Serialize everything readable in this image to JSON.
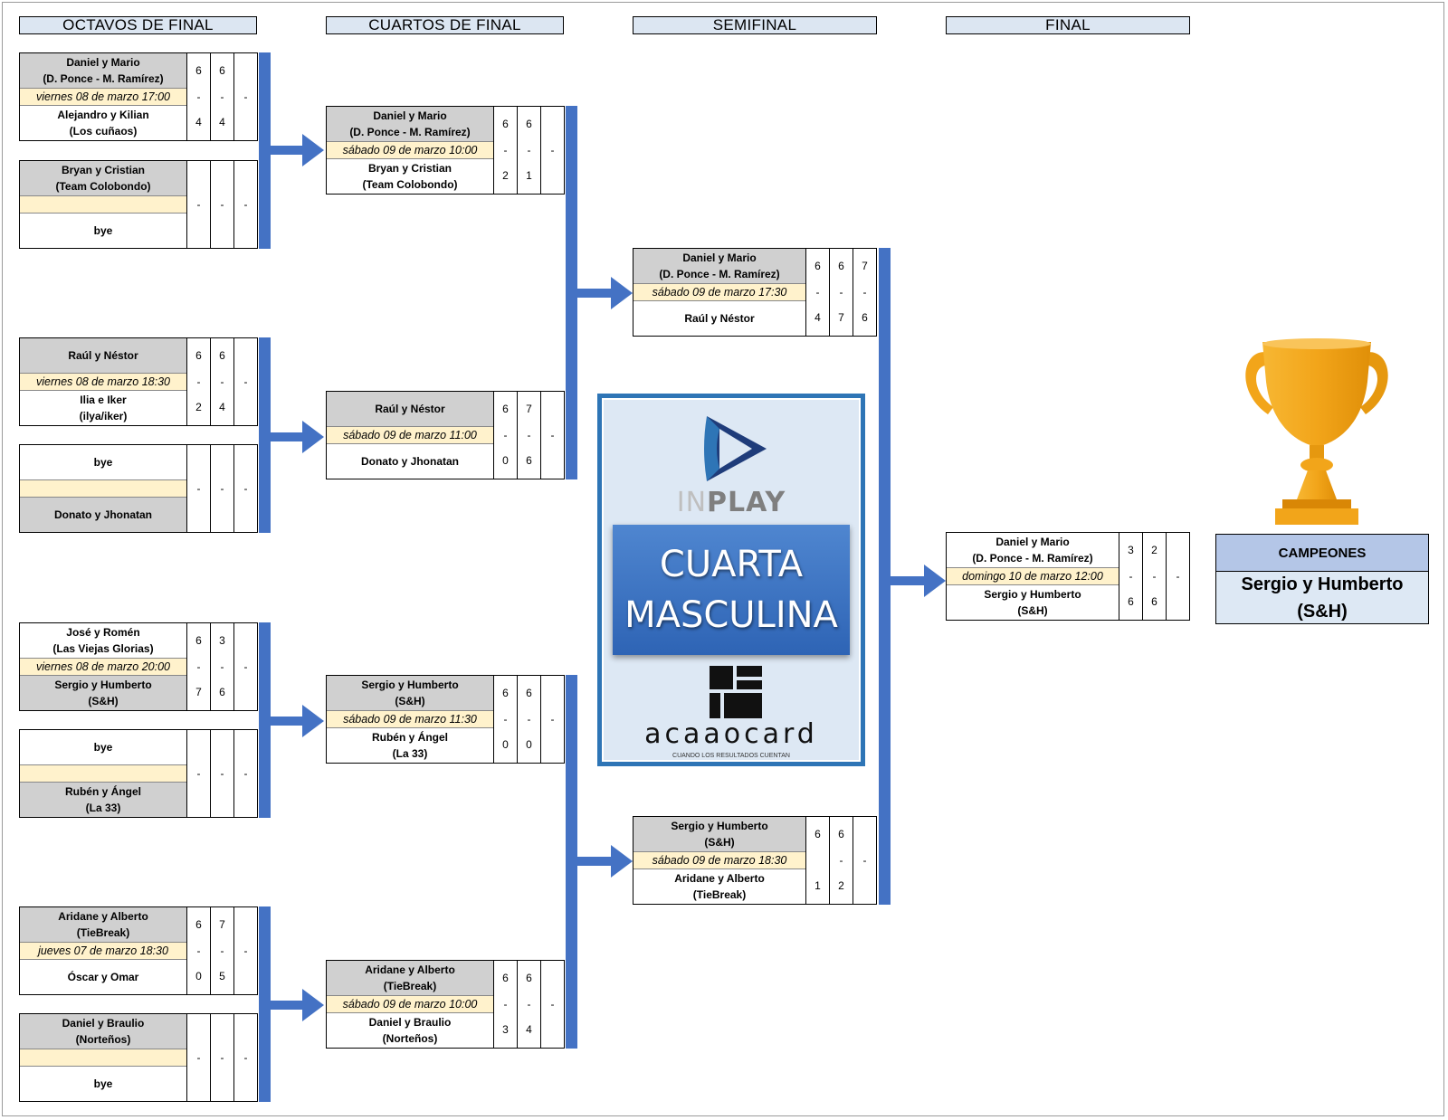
{
  "rounds": {
    "r16": "OCTAVOS DE FINAL",
    "qf": "CUARTOS DE FINAL",
    "sf": "SEMIFINAL",
    "final": "FINAL"
  },
  "matches": {
    "r16_1": {
      "team1": "Daniel y Mario\n(D. Ponce - M. Ramírez)",
      "date": "viernes 08 de marzo 17:00",
      "team2": "Alejandro y Kilian\n(Los cuñaos)",
      "s1": [
        "6",
        "6",
        ""
      ],
      "mid": [
        "-",
        "-",
        "-"
      ],
      "s2": [
        "4",
        "4",
        ""
      ],
      "winner": 1
    },
    "r16_2": {
      "team1": "Bryan y Cristian\n(Team Colobondo)",
      "date": "",
      "team2": "bye",
      "s1": [
        "",
        "",
        ""
      ],
      "mid": [
        "-",
        "-",
        "-"
      ],
      "s2": [
        "",
        "",
        ""
      ],
      "winner": 1
    },
    "r16_3": {
      "team1": "Raúl y Néstor",
      "date": "viernes 08 de marzo 18:30",
      "team2": "Ilia e Iker\n(ilya/iker)",
      "s1": [
        "6",
        "6",
        ""
      ],
      "mid": [
        "-",
        "-",
        "-"
      ],
      "s2": [
        "2",
        "4",
        ""
      ],
      "winner": 1
    },
    "r16_4": {
      "team1": "bye",
      "date": "",
      "team2": "Donato y Jhonatan",
      "s1": [
        "",
        "",
        ""
      ],
      "mid": [
        "-",
        "-",
        "-"
      ],
      "s2": [
        "",
        "",
        ""
      ],
      "winner": 2
    },
    "r16_5": {
      "team1": "José y Romén\n(Las Viejas Glorias)",
      "date": "viernes 08 de marzo 20:00",
      "team2": "Sergio y Humberto\n(S&H)",
      "s1": [
        "6",
        "3",
        ""
      ],
      "mid": [
        "-",
        "-",
        "-"
      ],
      "s2": [
        "7",
        "6",
        ""
      ],
      "winner": 2
    },
    "r16_6": {
      "team1": "bye",
      "date": "",
      "team2": "Rubén y Ángel\n(La 33)",
      "s1": [
        "",
        "",
        ""
      ],
      "mid": [
        "-",
        "-",
        "-"
      ],
      "s2": [
        "",
        "",
        ""
      ],
      "winner": 2
    },
    "r16_7": {
      "team1": "Aridane y Alberto\n(TieBreak)",
      "date": "jueves 07 de marzo 18:30",
      "team2": "Óscar y Omar",
      "s1": [
        "6",
        "7",
        ""
      ],
      "mid": [
        "-",
        "-",
        "-"
      ],
      "s2": [
        "0",
        "5",
        ""
      ],
      "winner": 1
    },
    "r16_8": {
      "team1": "Daniel y Braulio\n(Norteños)",
      "date": "",
      "team2": "bye",
      "s1": [
        "",
        "",
        ""
      ],
      "mid": [
        "-",
        "-",
        "-"
      ],
      "s2": [
        "",
        "",
        ""
      ],
      "winner": 1
    },
    "qf_1": {
      "team1": "Daniel y Mario\n(D. Ponce - M. Ramírez)",
      "date": "sábado 09 de marzo 10:00",
      "team2": "Bryan y Cristian\n(Team Colobondo)",
      "s1": [
        "6",
        "6",
        ""
      ],
      "mid": [
        "-",
        "-",
        "-"
      ],
      "s2": [
        "2",
        "1",
        ""
      ],
      "winner": 1
    },
    "qf_2": {
      "team1": "Raúl y Néstor",
      "date": "sábado 09 de marzo 11:00",
      "team2": "Donato y Jhonatan",
      "s1": [
        "6",
        "7",
        ""
      ],
      "mid": [
        "-",
        "-",
        "-"
      ],
      "s2": [
        "0",
        "6",
        ""
      ],
      "winner": 1
    },
    "qf_3": {
      "team1": "Sergio y Humberto\n(S&H)",
      "date": "sábado 09 de marzo 11:30",
      "team2": "Rubén y Ángel\n(La 33)",
      "s1": [
        "6",
        "6",
        ""
      ],
      "mid": [
        "-",
        "-",
        "-"
      ],
      "s2": [
        "0",
        "0",
        ""
      ],
      "winner": 1
    },
    "qf_4": {
      "team1": "Aridane y Alberto\n(TieBreak)",
      "date": "sábado 09 de marzo 10:00",
      "team2": "Daniel y Braulio\n(Norteños)",
      "s1": [
        "6",
        "6",
        ""
      ],
      "mid": [
        "-",
        "-",
        "-"
      ],
      "s2": [
        "3",
        "4",
        ""
      ],
      "winner": 1
    },
    "sf_1": {
      "team1": "Daniel y Mario\n(D. Ponce - M. Ramírez)",
      "date": "sábado 09 de marzo 17:30",
      "team2": "Raúl y Néstor",
      "s1": [
        "6",
        "6",
        "7"
      ],
      "mid": [
        "-",
        "-",
        "-"
      ],
      "s2": [
        "4",
        "7",
        "6"
      ],
      "winner": 1
    },
    "sf_2": {
      "team1": "Sergio y Humberto\n(S&H)",
      "date": "sábado 09 de marzo 18:30",
      "team2": "Aridane y Alberto\n(TieBreak)",
      "s1": [
        "6",
        "6",
        ""
      ],
      "mid": [
        "",
        "-",
        "-"
      ],
      "s2": [
        "1",
        "2",
        ""
      ],
      "winner": 1
    },
    "final": {
      "team1": "Daniel y Mario\n(D. Ponce - M. Ramírez)",
      "date": "domingo 10 de marzo 12:00",
      "team2": "Sergio y Humberto\n(S&H)",
      "s1": [
        "3",
        "2",
        ""
      ],
      "mid": [
        "-",
        "-",
        "-"
      ],
      "s2": [
        "6",
        "6",
        ""
      ],
      "winner": 0
    }
  },
  "logo": {
    "brand_in": "IN",
    "brand_play": "PLAY",
    "category_line1": "CUARTA",
    "category_line2": "MASCULINA",
    "sponsor": "acaaocard",
    "tagline": "CUANDO LOS RESULTADOS CUENTAN"
  },
  "champions": {
    "title": "CAMPEONES",
    "name": "Sergio y Humberto\n(S&H)"
  },
  "colors": {
    "connector": "#4472c4",
    "header_bg": "#dce6f2",
    "winner_bg": "#d0d0d0",
    "date_bg": "#fff2cc",
    "trophy": "#f2a51a"
  }
}
